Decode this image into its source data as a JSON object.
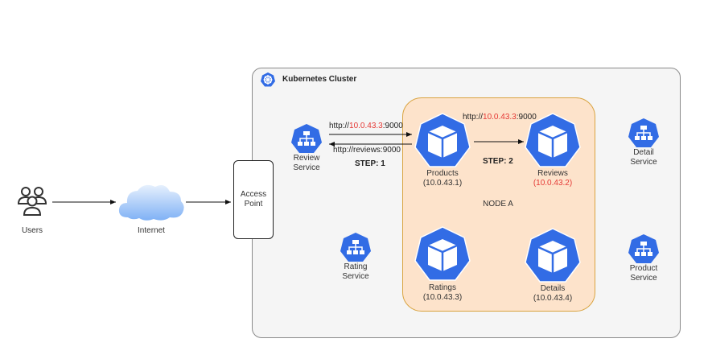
{
  "cluster": {
    "title": "Kubernetes Cluster",
    "icon": "kubernetes-helm-icon"
  },
  "node": {
    "label": "NODE A"
  },
  "external": {
    "users": {
      "label": "Users",
      "icon": "users-icon"
    },
    "internet": {
      "label": "Internet",
      "icon": "cloud-icon"
    },
    "access_point": {
      "label": "Access Point"
    }
  },
  "services": [
    {
      "label_line1": "Review",
      "label_line2": "Service",
      "icon": "service-icon"
    },
    {
      "label_line1": "Rating",
      "label_line2": "Service",
      "icon": "service-icon"
    },
    {
      "label_line1": "Detail",
      "label_line2": "Service",
      "icon": "service-icon"
    },
    {
      "label_line1": "Product",
      "label_line2": "Service",
      "icon": "service-icon"
    }
  ],
  "pods": [
    {
      "name": "Products",
      "ip": "(10.0.43.1)",
      "ip_highlight": false
    },
    {
      "name": "Reviews",
      "ip": "(10.0.43.2)",
      "ip_highlight": true
    },
    {
      "name": "Ratings",
      "ip": "(10.0.43.3)",
      "ip_highlight": false
    },
    {
      "name": "Details",
      "ip": "(10.0.43.4)",
      "ip_highlight": false
    }
  ],
  "edges": {
    "step1_request": {
      "prefix": "http://",
      "ip": "10.0.43.3",
      "suffix": ":9000"
    },
    "step1_response": "http://reviews:9000",
    "step1_label": "STEP: 1",
    "step2_request": {
      "prefix": "http://",
      "ip": "10.0.43.3",
      "suffix": ":9000"
    },
    "step2_label": "STEP: 2"
  },
  "colors": {
    "k8s_blue": "#326ce5",
    "highlight_red": "#e53935",
    "node_fill": "#fde3cb",
    "node_border": "#d9a441"
  }
}
